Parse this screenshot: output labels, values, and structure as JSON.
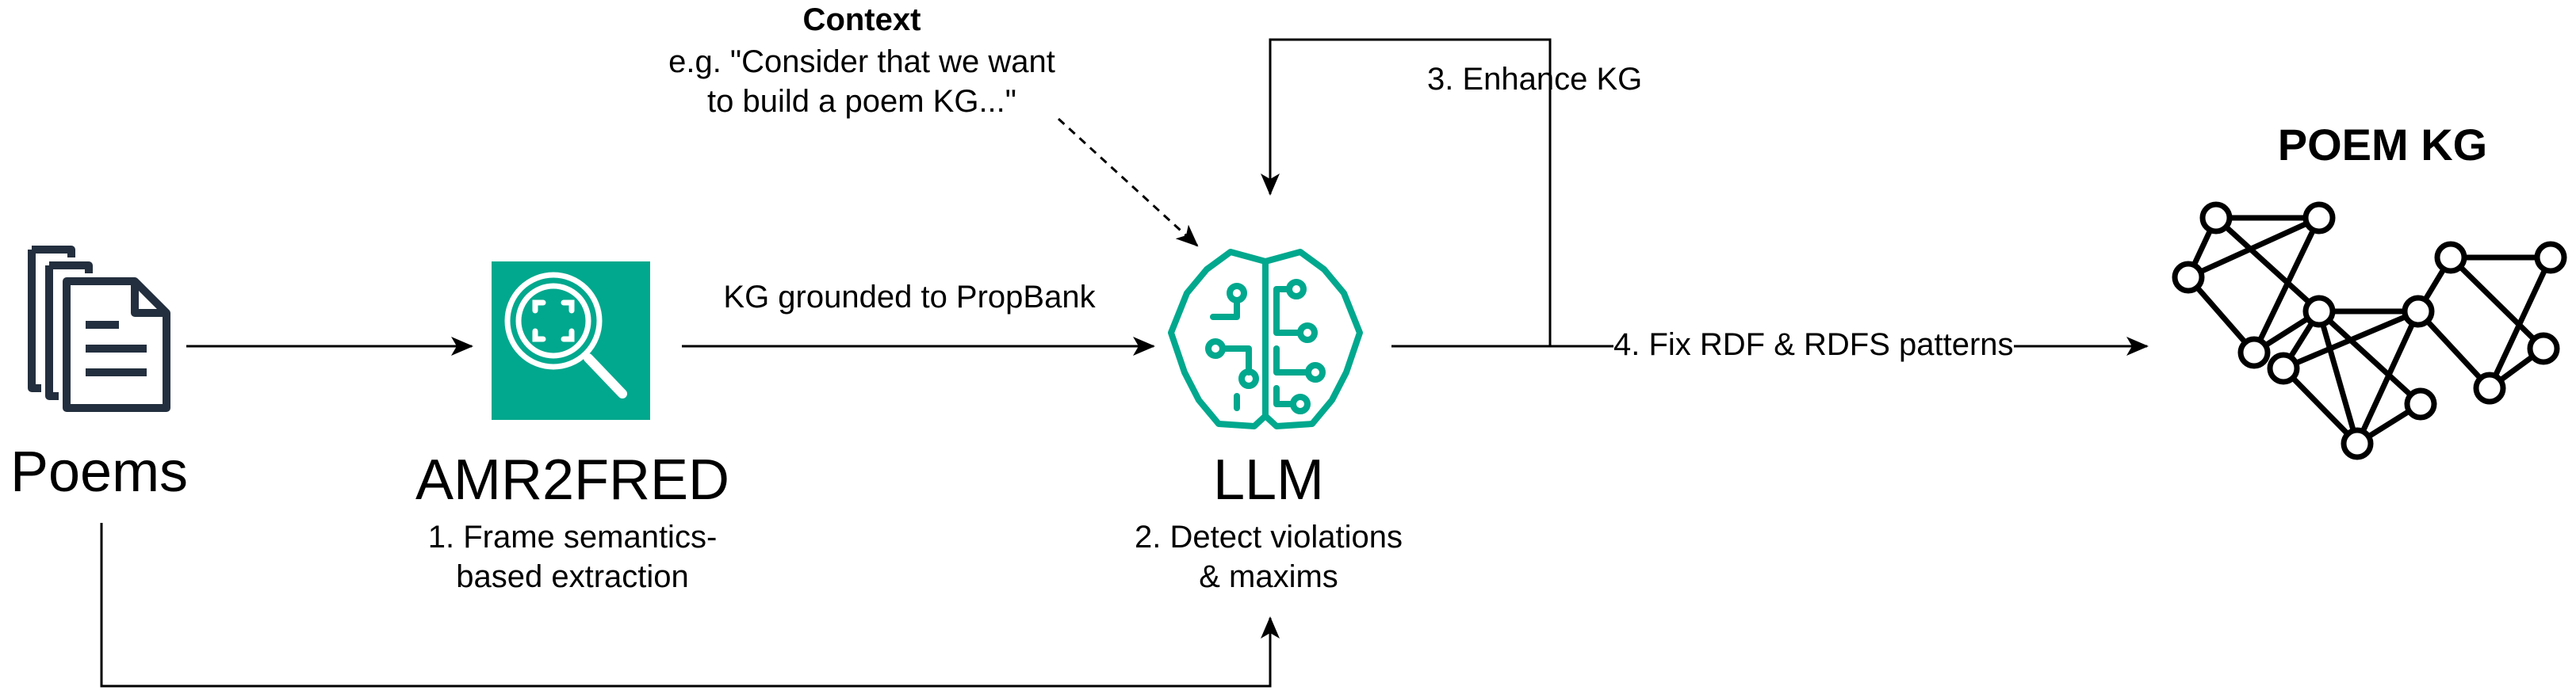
{
  "context": {
    "title": "Context",
    "line1": "e.g. \"Consider that we want",
    "line2": "to build a poem KG...\""
  },
  "poems": {
    "label": "Poems"
  },
  "amr2fred": {
    "name": "AMR2FRED",
    "step_line1": "1. Frame semantics-",
    "step_line2": "based extraction"
  },
  "edge_kg_grounded": {
    "label": "KG grounded to PropBank"
  },
  "llm": {
    "name": "LLM",
    "step_line1": "2. Detect violations",
    "step_line2": "& maxims"
  },
  "edge_enhance": {
    "label": "3. Enhance KG"
  },
  "edge_fix": {
    "label": "4. Fix RDF & RDFS patterns"
  },
  "poem_kg": {
    "title": "POEM KG"
  },
  "colors": {
    "accent": "#01a88d",
    "icon_dark": "#232f3e",
    "line": "#000000"
  },
  "icons": {
    "poems": "documents-icon",
    "amr2fred": "magnifier-scan-icon",
    "llm": "brain-circuit-icon",
    "kg": "graph-network-icon"
  }
}
